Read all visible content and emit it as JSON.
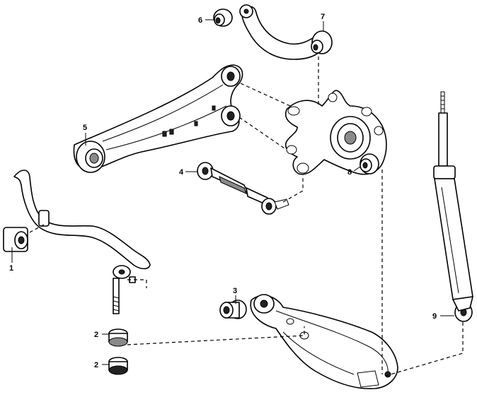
{
  "callouts": [
    {
      "id": "c1",
      "label": "1"
    },
    {
      "id": "c2a",
      "label": "2"
    },
    {
      "id": "c2b",
      "label": "2"
    },
    {
      "id": "c3",
      "label": "3"
    },
    {
      "id": "c4",
      "label": "4"
    },
    {
      "id": "c5",
      "label": "5"
    },
    {
      "id": "c6",
      "label": "6"
    },
    {
      "id": "c7",
      "label": "7"
    },
    {
      "id": "c8",
      "label": "8"
    },
    {
      "id": "c9",
      "label": "9"
    }
  ]
}
